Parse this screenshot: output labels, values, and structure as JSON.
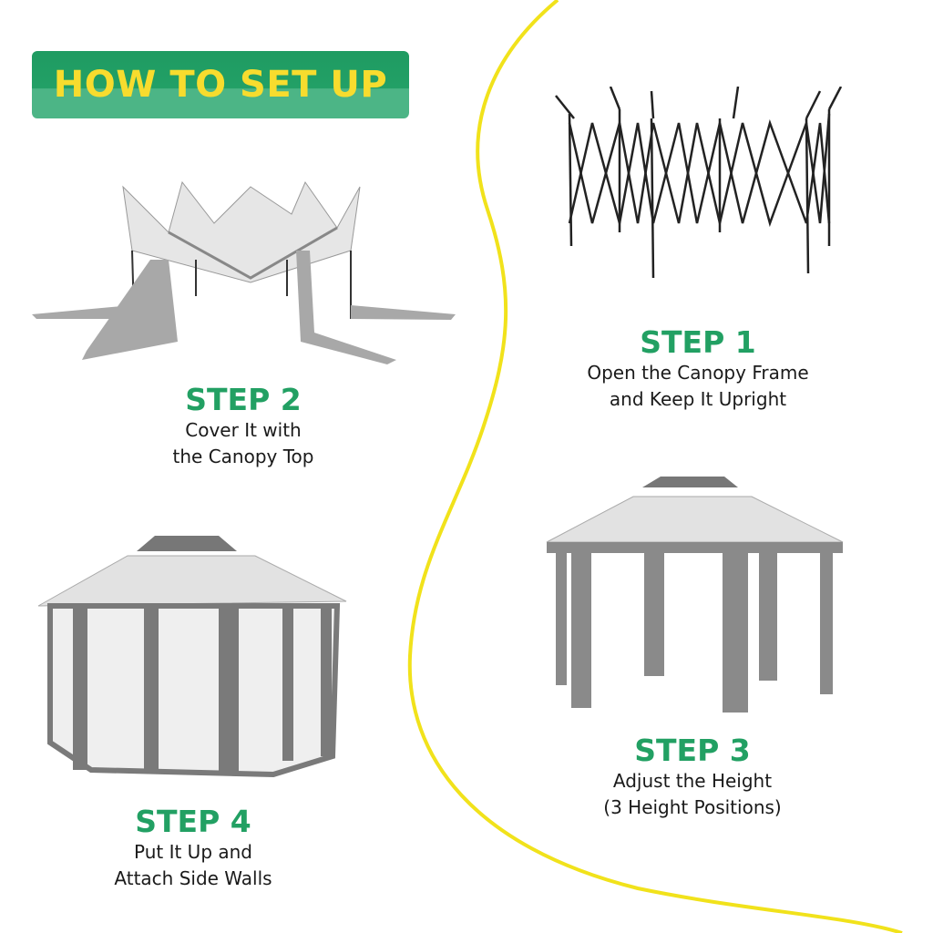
{
  "banner": {
    "title": "HOW TO SET UP"
  },
  "colors": {
    "green": "#22a063",
    "yellow": "#f7dc2e",
    "curve": "#f1e21b",
    "gray": "#8a8a8a"
  },
  "steps": [
    {
      "title": "STEP 1",
      "line1": "Open the Canopy Frame",
      "line2": "and Keep It Upright"
    },
    {
      "title": "STEP 2",
      "line1": "Cover It with",
      "line2": "the Canopy Top"
    },
    {
      "title": "STEP 3",
      "line1": "Adjust the Height",
      "line2": "(3 Height Positions)"
    },
    {
      "title": "STEP 4",
      "line1": "Put It Up and",
      "line2": "Attach Side Walls"
    }
  ]
}
